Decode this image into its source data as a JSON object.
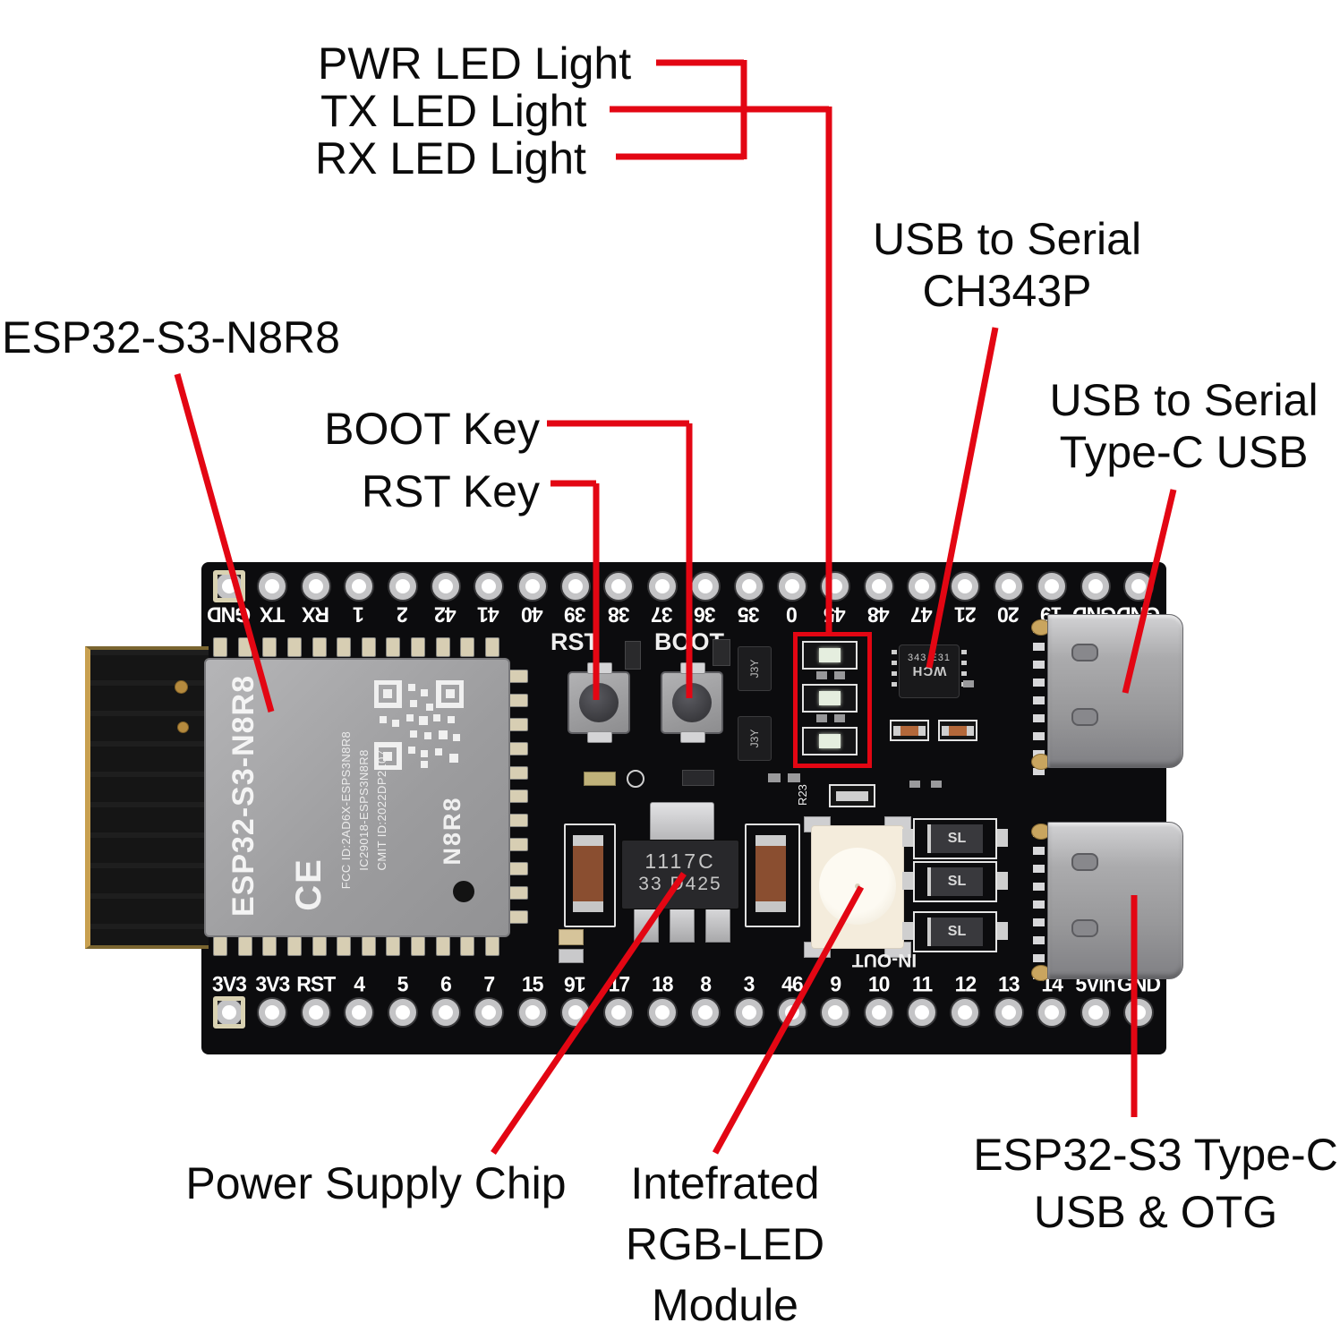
{
  "labels": {
    "pwr_led": "PWR LED Light",
    "tx_led": "TX LED Light",
    "rx_led": "RX LED Light",
    "usb_serial_chip": [
      "USB to Serial",
      "CH343P"
    ],
    "module_name": "ESP32-S3-N8R8",
    "boot_key": "BOOT Key",
    "rst_key": "RST Key",
    "usb_serial_port": [
      "USB to Serial",
      "Type-C USB"
    ],
    "power_chip": "Power Supply Chip",
    "rgb_module": [
      "Intefrated",
      "RGB-LED",
      "Module"
    ],
    "otg_port": [
      "ESP32-S3 Type-C",
      "USB & OTG"
    ]
  },
  "board": {
    "top_pins": [
      "GND",
      "TX",
      "RX",
      "1",
      "2",
      "42",
      "41",
      "40",
      "39",
      "38",
      "37",
      "36",
      "35",
      "0",
      "45",
      "48",
      "47",
      "21",
      "20",
      "19",
      "GND",
      "GND"
    ],
    "bottom_pins": [
      "3V3",
      "3V3",
      "RST",
      "4",
      "5",
      "6",
      "7",
      "15",
      "16",
      "17",
      "18",
      "8",
      "3",
      "46",
      "9",
      "10",
      "11",
      "12",
      "13",
      "14",
      "5Vin",
      "GND"
    ],
    "silkscreen": {
      "rst": "RST",
      "boot": "BOOT",
      "in_out": "IN-OUT",
      "r23": "R23",
      "j3y": "J3Y",
      "sl": "SL"
    },
    "module": {
      "name": "ESP32-S3-N8R8",
      "variant": "N8R8",
      "ce": "CE",
      "fcc": "FCC ID:2AD6X-ESPS3N8R8",
      "ic": "IC29018-ESPS3N8R8",
      "cmit": "CMIT ID:2022DP2107"
    },
    "power_chip_text": [
      "1117C",
      "33 D425"
    ],
    "usb_chip_text": [
      "343 E31",
      "WCH"
    ]
  },
  "colors": {
    "annotation": "#e30613",
    "board": "#0c0c0e",
    "shield": "#a6a6a8",
    "usb": "#9a9a9c",
    "rgbled": "#f4ecdc",
    "gold": "#c8a050"
  }
}
